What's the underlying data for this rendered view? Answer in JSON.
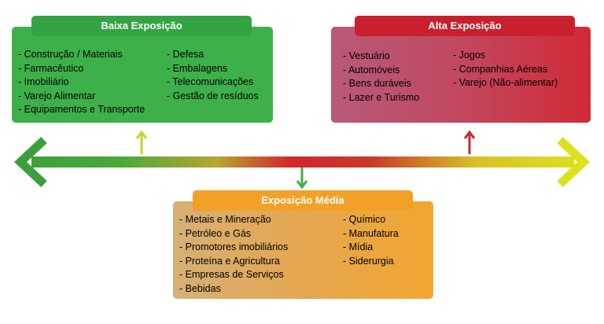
{
  "low": {
    "title": "Baixa Exposição",
    "col1": [
      "Construção / Materiais",
      "Farmacêutico",
      "Imobiliário",
      "Varejo Alimentar",
      "Equipamentos e Transporte"
    ],
    "col2": [
      "Defesa",
      "Embalagens",
      "Telecomunicações",
      "Gestão de resíduos"
    ]
  },
  "high": {
    "title": "Alta Exposição",
    "col1": [
      "Vestuário",
      "Automóveis",
      "Bens duráveis",
      "Lazer e Turismo"
    ],
    "col2": [
      "Jogos",
      "Companhias Aéreas",
      "Varejo (Não-alimentar)"
    ]
  },
  "mid": {
    "title": "Exposição Média",
    "col1": [
      "Metais e Mineração",
      "Petróleo e Gás",
      "Promotores imobiliários",
      "Proteína e Agricultura",
      "Empresas de Serviços",
      "Bebidas"
    ],
    "col2": [
      "Químico",
      "Manufatura",
      "Mídia",
      "Siderurgia"
    ]
  },
  "colors": {
    "green": "#3eb04a",
    "red": "#c8202e",
    "orange": "#f3a126",
    "yellow": "#dde21e"
  }
}
